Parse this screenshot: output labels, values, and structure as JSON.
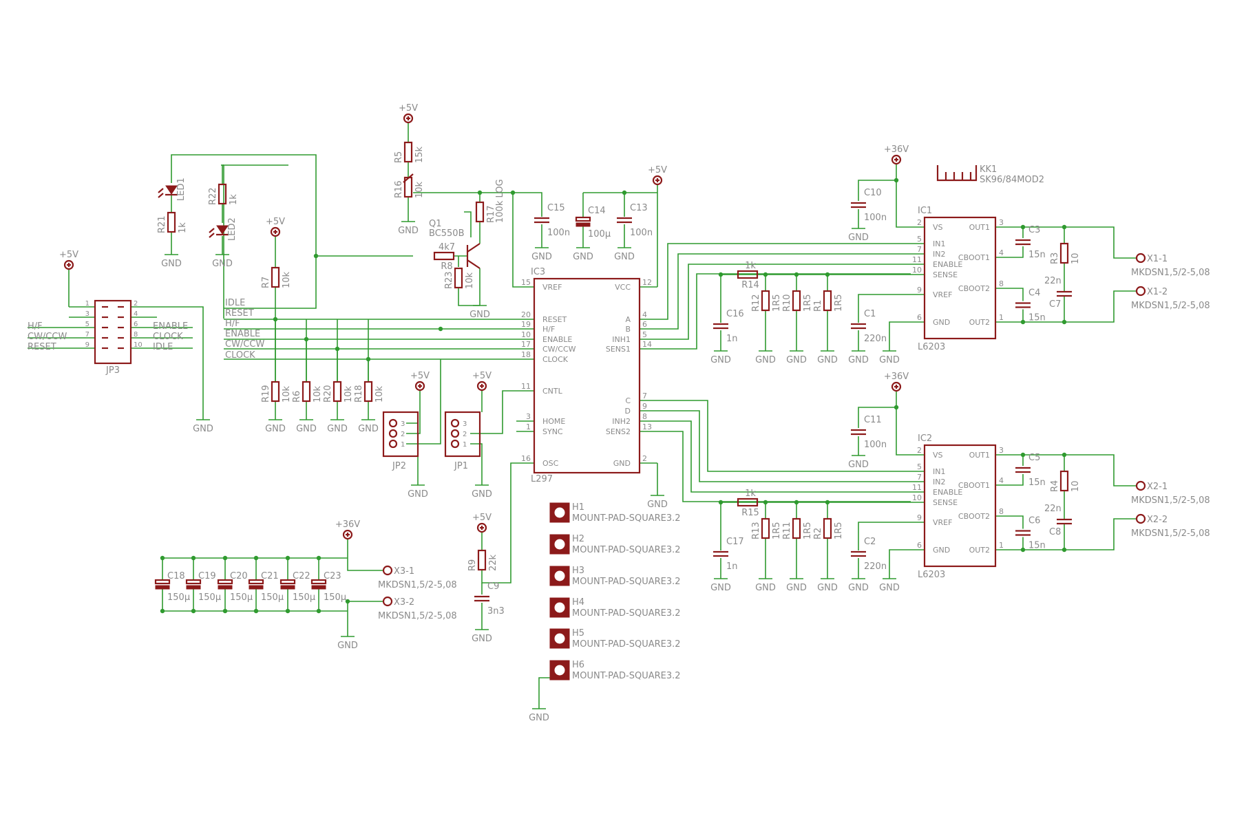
{
  "power": {
    "p5v": "+5V",
    "p36v": "+36V",
    "gnd": "GND"
  },
  "ic3": {
    "name": "IC3",
    "value": "L297",
    "left_pins": [
      {
        "num": "15",
        "label": "VREF"
      },
      {
        "num": "20",
        "label": "RESET"
      },
      {
        "num": "19",
        "label": "H/F"
      },
      {
        "num": "10",
        "label": "ENABLE"
      },
      {
        "num": "17",
        "label": "CW/CCW"
      },
      {
        "num": "18",
        "label": "CLOCK"
      },
      {
        "num": "11",
        "label": "CNTL"
      },
      {
        "num": "3",
        "label": "HOME"
      },
      {
        "num": "1",
        "label": "SYNC"
      },
      {
        "num": "16",
        "label": "OSC"
      }
    ],
    "right_pins": [
      {
        "num": "12",
        "label": "VCC"
      },
      {
        "num": "4",
        "label": "A"
      },
      {
        "num": "6",
        "label": "B"
      },
      {
        "num": "5",
        "label": "INH1"
      },
      {
        "num": "14",
        "label": "SENS1"
      },
      {
        "num": "7",
        "label": "C"
      },
      {
        "num": "9",
        "label": "D"
      },
      {
        "num": "8",
        "label": "INH2"
      },
      {
        "num": "13",
        "label": "SENS2"
      },
      {
        "num": "2",
        "label": "GND"
      }
    ]
  },
  "l6203": {
    "value": "L6203",
    "ic1": "IC1",
    "ic2": "IC2",
    "left_labels": [
      "VS",
      "IN1",
      "IN2",
      "ENABLE",
      "SENSE",
      "VREF",
      "GND"
    ],
    "right_labels": [
      "OUT1",
      "CBOOT1",
      "CBOOT2",
      "OUT2"
    ],
    "ic1_left_nums": [
      "2",
      "5",
      "7",
      "11",
      "10",
      "9",
      "6"
    ],
    "ic1_right_nums": [
      "3",
      "4",
      "8",
      "1"
    ],
    "ic2_left_nums": [
      "2",
      "5",
      "7",
      "11",
      "10",
      "9",
      "6"
    ],
    "ic2_right_nums": [
      "3",
      "4",
      "8",
      "1"
    ]
  },
  "jp3": {
    "name": "JP3",
    "pin_nums": [
      "1",
      "2",
      "3",
      "4",
      "5",
      "6",
      "7",
      "8",
      "9",
      "10"
    ],
    "left_signals": [
      "H/F",
      "CW/CCW",
      "RESET"
    ],
    "right_signals": [
      "ENABLE",
      "CLOCK",
      "IDLE"
    ]
  },
  "nets": [
    "IDLE",
    "RESET",
    "H/F",
    "ENABLE",
    "CW/CCW",
    "CLOCK"
  ],
  "jumpers": {
    "jp1": "JP1",
    "jp2": "JP2",
    "pins": [
      "3",
      "2",
      "1"
    ]
  },
  "components": {
    "r5": {
      "name": "R5",
      "value": "15k"
    },
    "r16": {
      "name": "R16",
      "value": "10k"
    },
    "r17": {
      "name": "R17",
      "value": "100k LOG"
    },
    "q1": {
      "name": "Q1",
      "value": "BC550B"
    },
    "r8": {
      "name": "R8",
      "value": "4k7"
    },
    "r23": {
      "name": "R23",
      "value": "10k"
    },
    "r21": {
      "name": "R21",
      "value": "1k"
    },
    "led1": {
      "name": "LED1"
    },
    "r22": {
      "name": "R22",
      "value": "1k"
    },
    "led2": {
      "name": "LED2"
    },
    "r7": {
      "name": "R7",
      "value": "10k"
    },
    "r19": {
      "name": "R19",
      "value": "10k"
    },
    "r6": {
      "name": "R6",
      "value": "10k"
    },
    "r20": {
      "name": "R20",
      "value": "10k"
    },
    "r18": {
      "name": "R18",
      "value": "10k"
    },
    "c15": {
      "name": "C15",
      "value": "100n"
    },
    "c14": {
      "name": "C14",
      "value": "100µ"
    },
    "c13": {
      "name": "C13",
      "value": "100n"
    },
    "c10": {
      "name": "C10",
      "value": "100n"
    },
    "c11": {
      "name": "C11",
      "value": "100n"
    },
    "kk1": {
      "name": "KK1",
      "value": "SK96/84MOD2"
    },
    "r14": {
      "name": "R14",
      "value": "1k"
    },
    "r15": {
      "name": "R15",
      "value": "1k"
    },
    "c16": {
      "name": "C16",
      "value": "1n"
    },
    "c17": {
      "name": "C17",
      "value": "1n"
    },
    "r12": {
      "name": "R12",
      "value": "1R5"
    },
    "r10": {
      "name": "R10",
      "value": "1R5"
    },
    "r1": {
      "name": "R1",
      "value": "1R5"
    },
    "r13": {
      "name": "R13",
      "value": "1R5"
    },
    "r11": {
      "name": "R11",
      "value": "1R5"
    },
    "r2": {
      "name": "R2",
      "value": "1R5"
    },
    "c1": {
      "name": "C1",
      "value": "220n"
    },
    "c2": {
      "name": "C2",
      "value": "220n"
    },
    "c3": {
      "name": "C3",
      "value": "15n"
    },
    "c4": {
      "name": "C4",
      "value": "15n"
    },
    "c5": {
      "name": "C5",
      "value": "15n"
    },
    "c6": {
      "name": "C6",
      "value": "15n"
    },
    "c7": {
      "name": "C7",
      "value": "22n"
    },
    "c8": {
      "name": "C8",
      "value": "22n"
    },
    "r3": {
      "name": "R3",
      "value": "10"
    },
    "r4": {
      "name": "R4",
      "value": "10"
    },
    "r9": {
      "name": "R9",
      "value": "22k"
    },
    "c9": {
      "name": "C9",
      "value": "3n3"
    },
    "caps_bank": [
      {
        "name": "C18",
        "value": "150µ"
      },
      {
        "name": "C19",
        "value": "150µ"
      },
      {
        "name": "C20",
        "value": "150µ"
      },
      {
        "name": "C21",
        "value": "150µ"
      },
      {
        "name": "C22",
        "value": "150µ"
      },
      {
        "name": "C23",
        "value": "150µ"
      }
    ]
  },
  "connectors": {
    "x1_1": "X1-1",
    "x1_2": "X1-2",
    "x2_1": "X2-1",
    "x2_2": "X2-2",
    "x3_1": "X3-1",
    "x3_2": "X3-2",
    "type": "MKDSN1,5/2-5,08"
  },
  "mount_pads": {
    "names": [
      "H1",
      "H2",
      "H3",
      "H4",
      "H5",
      "H6"
    ],
    "type": "MOUNT-PAD-SQUARE3.2"
  }
}
